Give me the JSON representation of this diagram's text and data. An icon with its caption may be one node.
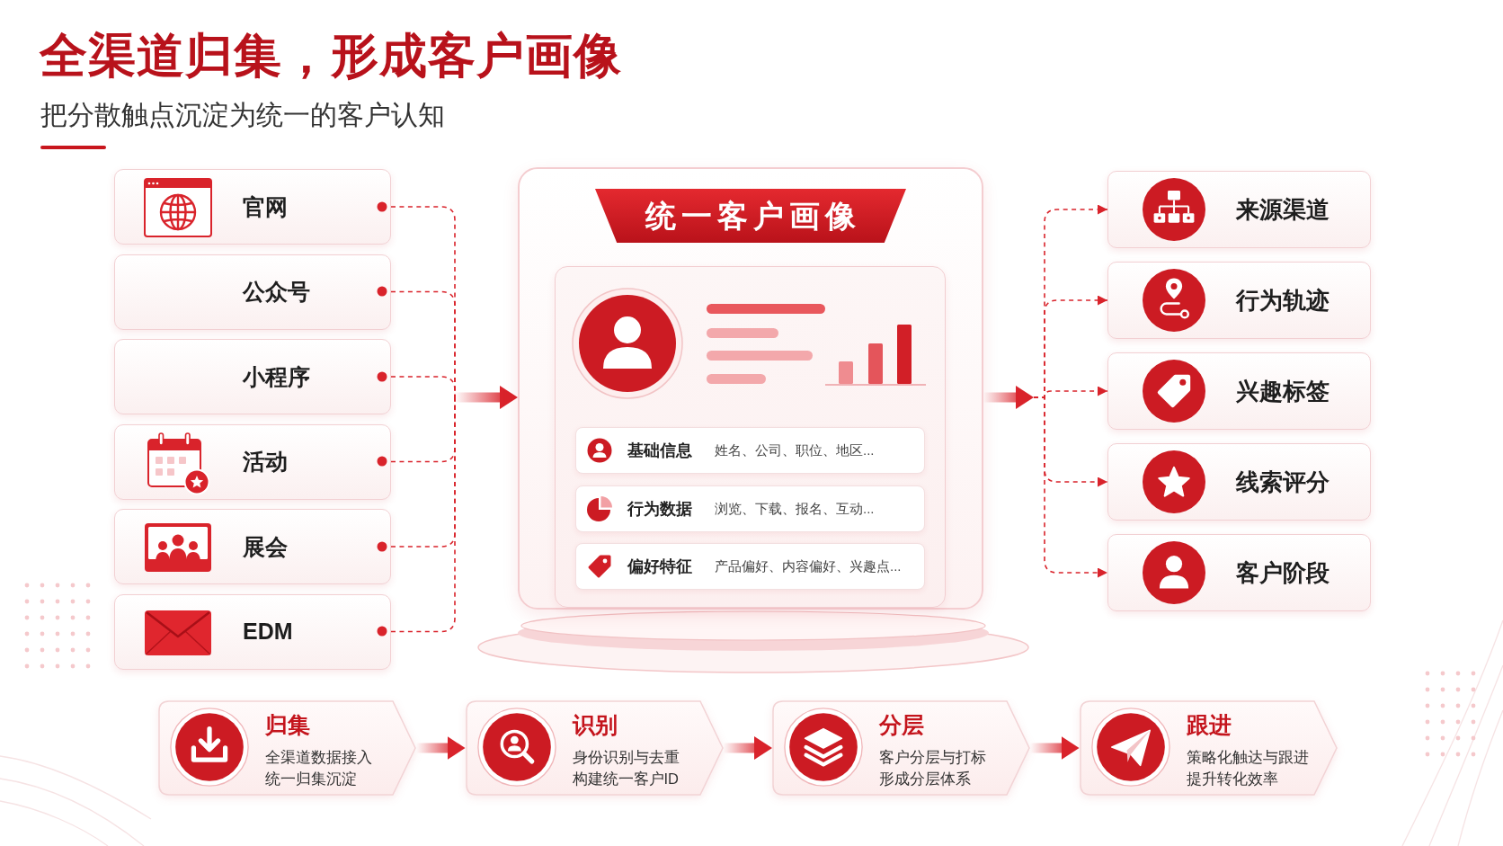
{
  "diagram": {
    "title": "全渠道归集，形成客户画像",
    "nodes": [
      {
        "text": [
          "官网"
        ]
      },
      {
        "text": [
          "公众号"
        ]
      },
      {
        "text": [
          "小程序"
        ]
      },
      {
        "text": [
          "活动"
        ]
      },
      {
        "text": [
          "展会"
        ]
      },
      {
        "text": [
          "EDM"
        ]
      },
      {
        "text": [
          "统一客户画像"
        ]
      },
      {
        "text": [
          "基础信息",
          "姓名、公司、职位、地区..."
        ],
        "in": 6
      },
      {
        "text": [
          "行为数据",
          "浏览、下载、报名、互动..."
        ],
        "in": 6
      },
      {
        "text": [
          "偏好特征",
          "产品偏好、内容偏好、兴趣点..."
        ],
        "in": 6
      },
      {
        "text": [
          "来源渠道"
        ]
      },
      {
        "text": [
          "行为轨迹"
        ]
      },
      {
        "text": [
          "兴趣标签"
        ]
      },
      {
        "text": [
          "线索评分"
        ]
      },
      {
        "text": [
          "客户阶段"
        ]
      },
      {
        "text": [
          "归集",
          "全渠道数据接入",
          "统一归集沉淀"
        ]
      },
      {
        "text": [
          "识别",
          "身份识别与去重",
          "构建统一客户ID"
        ]
      },
      {
        "text": [
          "分层",
          "客户分层与打标",
          "形成分层体系"
        ]
      },
      {
        "text": [
          "跟进",
          "策略化触达与跟进",
          "提升转化效率"
        ]
      }
    ],
    "edges": [
      {
        "from": 0,
        "to": 6,
        "arrow": "to",
        "style": "dashed"
      },
      {
        "from": 1,
        "to": 6,
        "arrow": "to",
        "style": "dashed"
      },
      {
        "from": 2,
        "to": 6,
        "arrow": "to",
        "style": "dashed"
      },
      {
        "from": 3,
        "to": 6,
        "arrow": "to",
        "style": "dashed"
      },
      {
        "from": 4,
        "to": 6,
        "arrow": "to",
        "style": "dashed"
      },
      {
        "from": 5,
        "to": 6,
        "arrow": "to",
        "style": "dashed"
      },
      {
        "from": 6,
        "to": 10,
        "arrow": "to",
        "style": "dashed"
      },
      {
        "from": 6,
        "to": 11,
        "arrow": "to",
        "style": "dashed"
      },
      {
        "from": 6,
        "to": 12,
        "arrow": "to",
        "style": "dashed"
      },
      {
        "from": 6,
        "to": 13,
        "arrow": "to",
        "style": "dashed"
      },
      {
        "from": 6,
        "to": 14,
        "arrow": "to",
        "style": "dashed"
      },
      {
        "from": 15,
        "to": 16,
        "arrow": "to",
        "style": "thick"
      },
      {
        "from": 16,
        "to": 17,
        "arrow": "to",
        "style": "thick"
      },
      {
        "from": 17,
        "to": 18,
        "arrow": "to",
        "style": "thick"
      }
    ],
    "labels": [
      "把分散触点沉淀为统一的客户认知"
    ]
  }
}
